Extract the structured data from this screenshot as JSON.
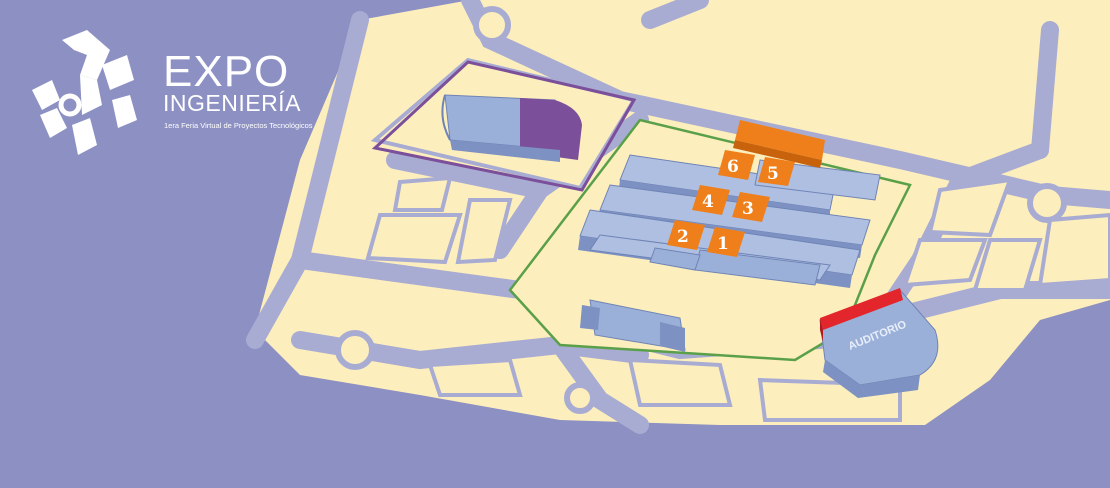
{
  "logo": {
    "title": "EXPO",
    "subtitle": "INGENIERÍA",
    "tagline": "1era Feria Virtual de Proyectos Tecnológicos",
    "icon": "expo-ingenieria-emblem"
  },
  "map": {
    "halls": [
      "1",
      "2",
      "3",
      "4",
      "5",
      "6"
    ],
    "auditorium_label": "AUDITORIO",
    "colors": {
      "background": "#8c90c2",
      "ground": "#fdeebd",
      "roads": "#a9acd2",
      "buildings": "#9bb0d8",
      "hall_highlight": "#ef7f1a",
      "auditorium_roof": "#e3262c",
      "purple_building": "#7b4f9a",
      "fence": "#5aa04a"
    }
  }
}
